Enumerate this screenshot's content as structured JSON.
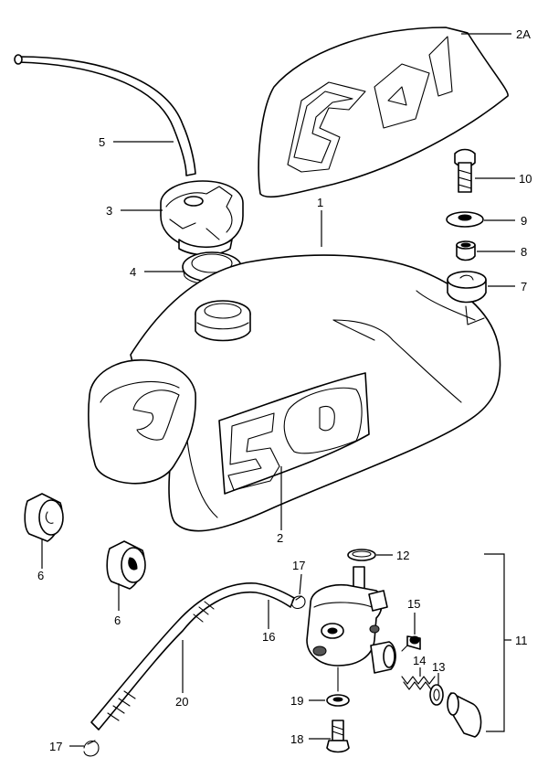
{
  "callouts": {
    "c1": "1",
    "c2": "2",
    "c2a": "2A",
    "c3": "3",
    "c4": "4",
    "c5": "5",
    "c6a": "6",
    "c6b": "6",
    "c7": "7",
    "c8": "8",
    "c9": "9",
    "c10": "10",
    "c11": "11",
    "c12": "12",
    "c13": "13",
    "c14": "14",
    "c15": "15",
    "c16": "16",
    "c17a": "17",
    "c17b": "17",
    "c18": "18",
    "c19": "19",
    "c20": "20"
  },
  "graphics": {
    "emblem_text": "50"
  }
}
